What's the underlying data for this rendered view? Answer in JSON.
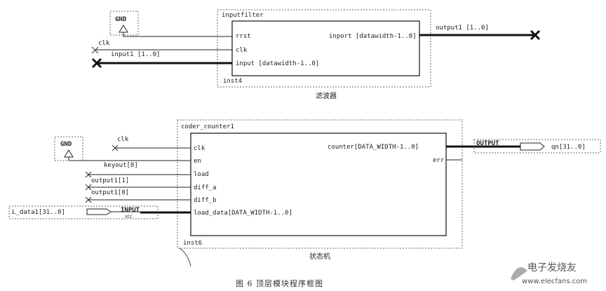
{
  "top_block": {
    "title": "inputfilter",
    "instance": "inst4",
    "caption": "滤波器",
    "ports_in": [
      "rrst",
      "clk",
      "input [datawidth-1..0]"
    ],
    "port_out": "inport [datawidth-1..0]",
    "gnd": "GND",
    "clk_signal": "clk",
    "input_signal": "input1 [1..0]",
    "output_signal": "output1 [1..0]"
  },
  "bottom_block": {
    "title": "coder_counter1",
    "instance": "inst6",
    "caption": "状态机",
    "ports_in": [
      "clk",
      "en",
      "load",
      "diff_a",
      "diff_b",
      "load_data[DATA_WIDTH-1..0]"
    ],
    "port_out_1": "counter[DATA_WIDTH-1..0]",
    "port_out_2": "err",
    "gnd": "GND",
    "signals": [
      "clk",
      "keyout[0]",
      "output1[1]",
      "output1[0]"
    ],
    "input_pin_name": "L_data1[31..0]",
    "input_pin_label": "INPUT",
    "input_pin_sub": "VCC",
    "output_pin_label": "OUTPUT",
    "output_pin_name": "qn[31..0]"
  },
  "figure_caption": "图 6  顶层模块程序框图",
  "watermark": {
    "name": "电子发烧友",
    "url": "www.elecfans.com"
  }
}
